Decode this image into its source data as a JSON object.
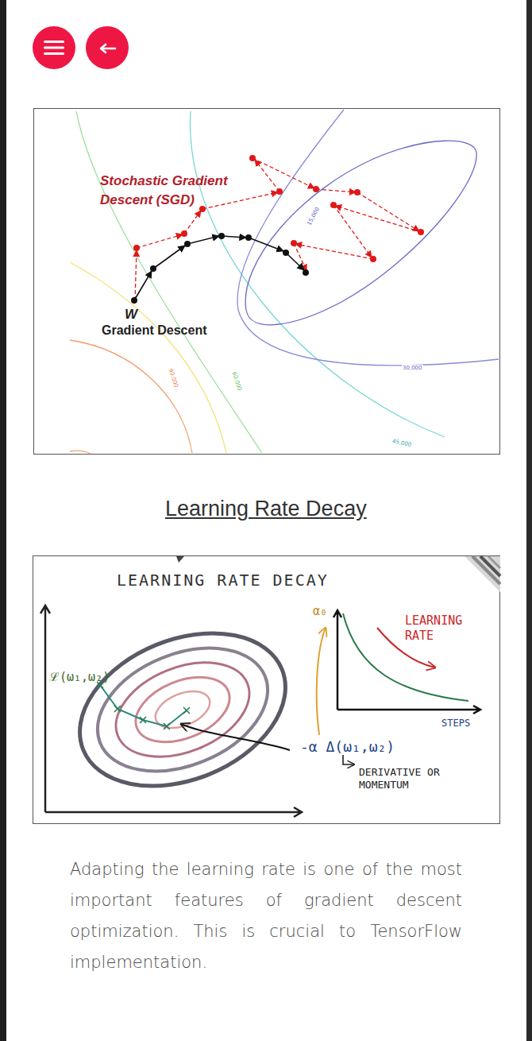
{
  "diagram": {
    "title": "Learning Rate Decay",
    "labels": [
      "Stochastic Gradient Descent (SGD)",
      "W",
      "Gradient Descent",
      "15,000",
      "30,000",
      "45,000",
      "90,000",
      "60,000",
      "LEARNING RATE DECAY",
      "ℒ(ω₁,ω₂)",
      "α₀",
      "LEARNING RATE",
      "STEPS",
      "-α Δ(ω₁,ω₂)",
      "DERIVATIVE OR MOMENTUM",
      "Adapting the learning rate is one of the most important features of gradient descent optimization. This is crucial to TensorFlow implementation."
    ]
  }
}
